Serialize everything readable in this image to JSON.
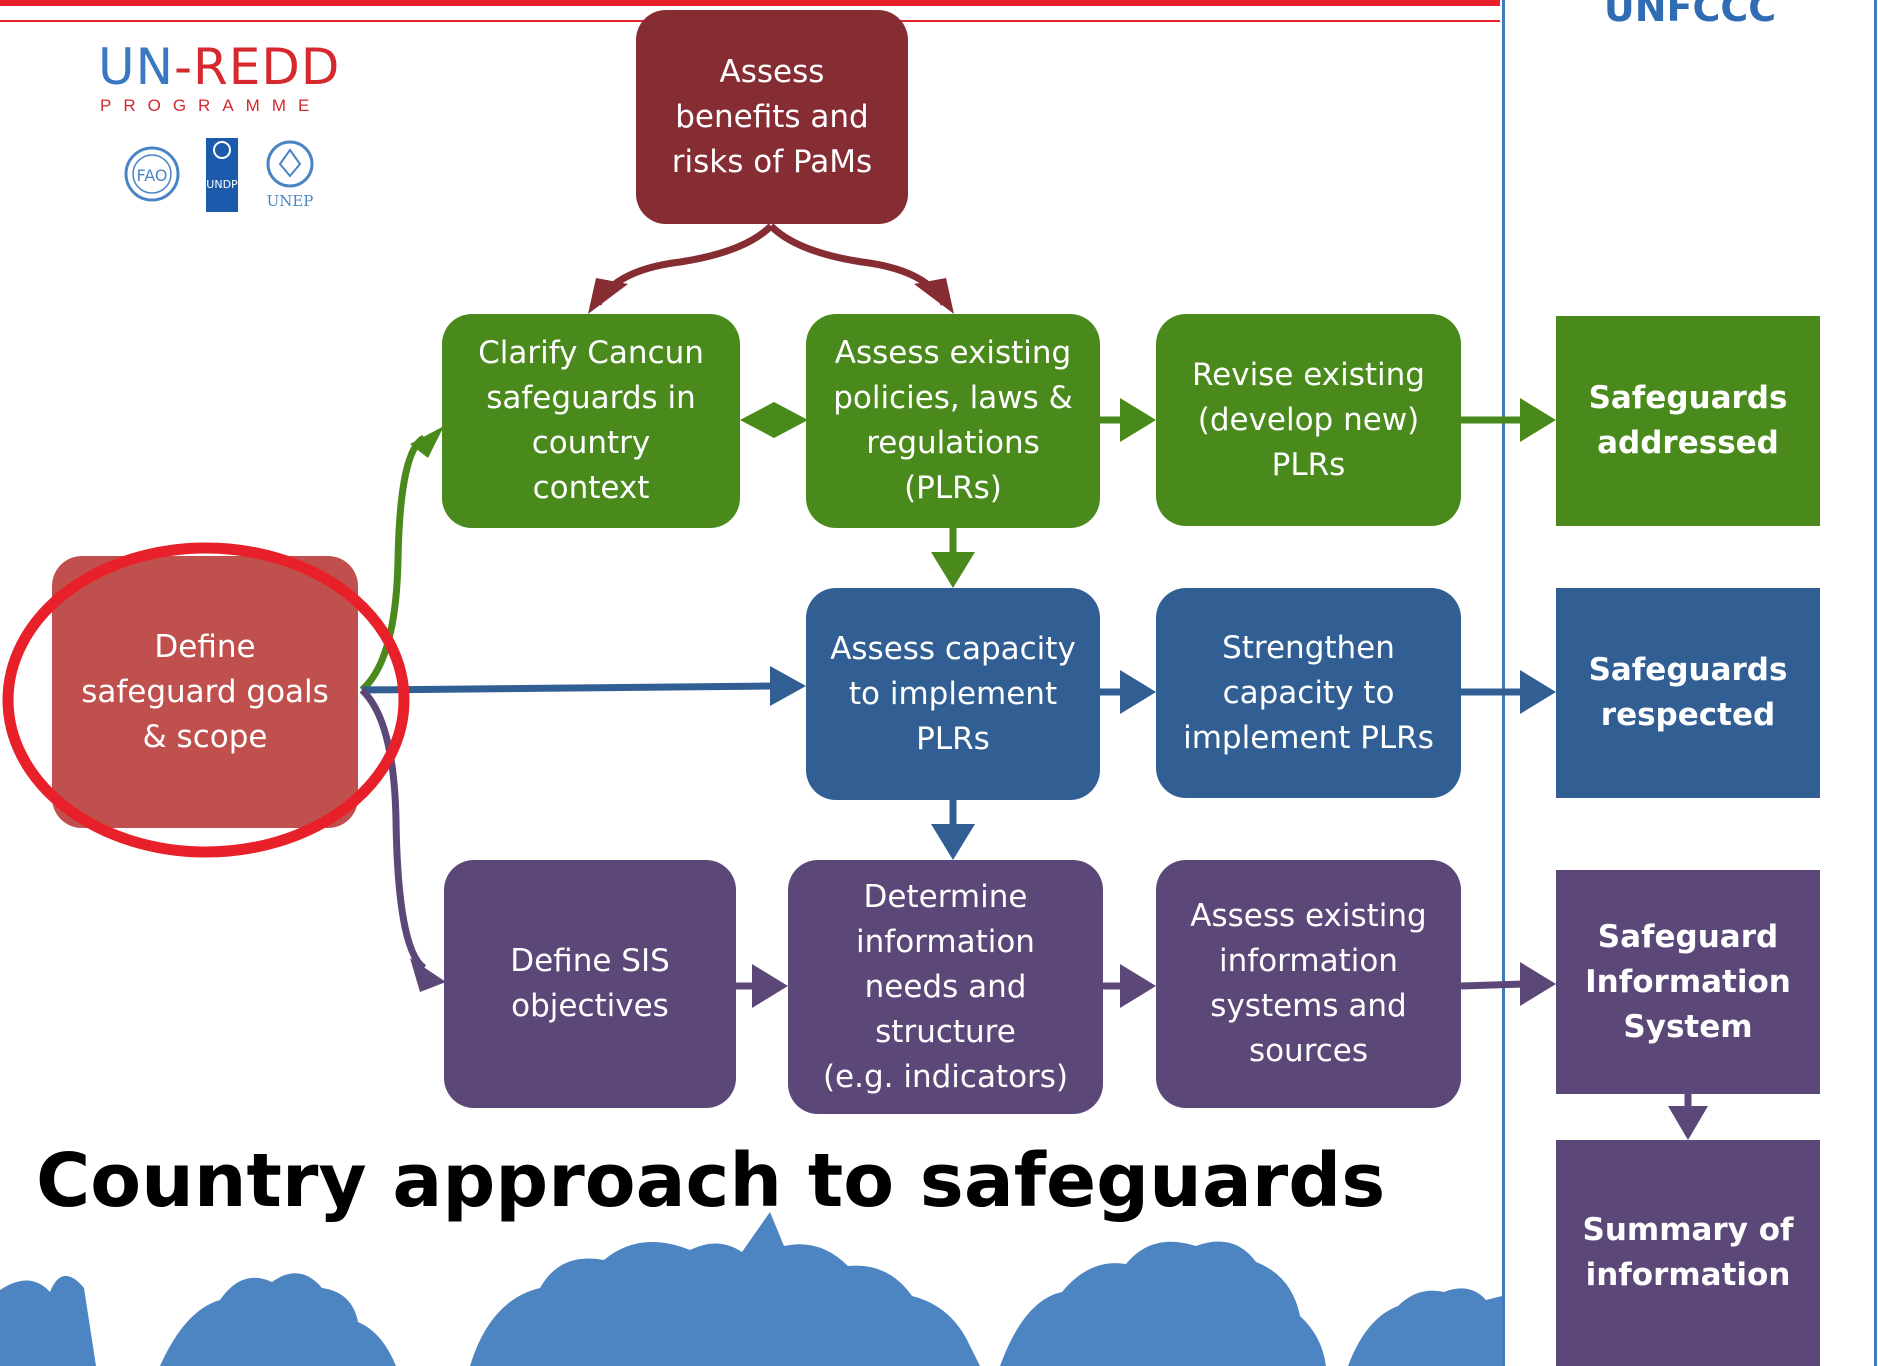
{
  "header": {
    "right_panel_title": "UNFCCC"
  },
  "logo": {
    "un": "UN",
    "dash": "-",
    "redd": "REDD",
    "programme": "PROGRAMME",
    "agency_fao": "FAO",
    "agency_undp": "UNDP",
    "agency_unep": "UNEP"
  },
  "title": "Country approach to safeguards",
  "colors": {
    "red": "#862c33",
    "green": "#4a8a1c",
    "blue": "#325f93",
    "purple": "#5c4878",
    "salmon": "#c0504d",
    "highlight": "#e8202a",
    "unfccc_blue": "#2f6cb3",
    "tree_blue": "#4d84c2"
  },
  "nodes": {
    "assess_benefits": [
      "Assess",
      "benefits and",
      "risks of PaMs"
    ],
    "define_goals": [
      "Define",
      "safeguard goals",
      "& scope"
    ],
    "clarify_cancun": [
      "Clarify Cancun",
      "safeguards in",
      "country",
      "context"
    ],
    "assess_policies": [
      "Assess existing",
      "policies, laws &",
      "regulations",
      "(PLRs)"
    ],
    "revise_plrs": [
      "Revise existing",
      "(develop new)",
      "PLRs"
    ],
    "safeguards_addressed": [
      "Safeguards",
      "addressed"
    ],
    "assess_capacity": [
      "Assess capacity",
      "to implement",
      "PLRs"
    ],
    "strengthen_capacity": [
      "Strengthen",
      "capacity to",
      "implement PLRs"
    ],
    "safeguards_respected": [
      "Safeguards",
      "respected"
    ],
    "define_sis": [
      "Define SIS",
      "objectives"
    ],
    "determine_info": [
      "Determine",
      "information",
      "needs and",
      "structure",
      "(e.g. indicators)"
    ],
    "assess_info_systems": [
      "Assess existing",
      "information",
      "systems and",
      "sources"
    ],
    "sis": [
      "Safeguard",
      "Information",
      "System"
    ],
    "summary": [
      "Summary of",
      "information"
    ]
  }
}
